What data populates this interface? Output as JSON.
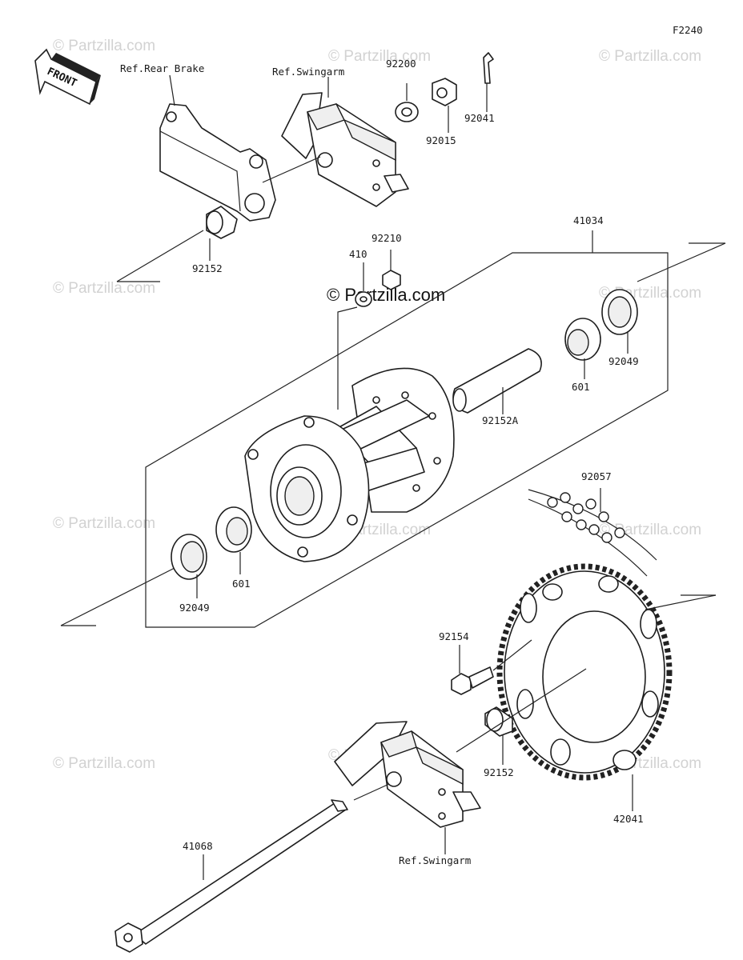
{
  "figure_code": "F2240",
  "front_label": "FRONT",
  "watermark": "© Partzilla.com",
  "watermark_main": "© Partzilla.com",
  "refs": {
    "rear_brake": "Ref.Rear Brake",
    "swingarm_top": "Ref.Swingarm",
    "swingarm_bottom": "Ref.Swingarm"
  },
  "parts": {
    "p92200": "92200",
    "p92015": "92015",
    "p92041": "92041",
    "p92152_top": "92152",
    "p41034": "41034",
    "p92210": "92210",
    "p410": "410",
    "p92049_right": "92049",
    "p601_right": "601",
    "p92152A": "92152A",
    "p601_left": "601",
    "p92049_left": "92049",
    "p92057": "92057",
    "p92154": "92154",
    "p92152_bottom": "92152",
    "p42041": "42041",
    "p41068": "41068"
  }
}
